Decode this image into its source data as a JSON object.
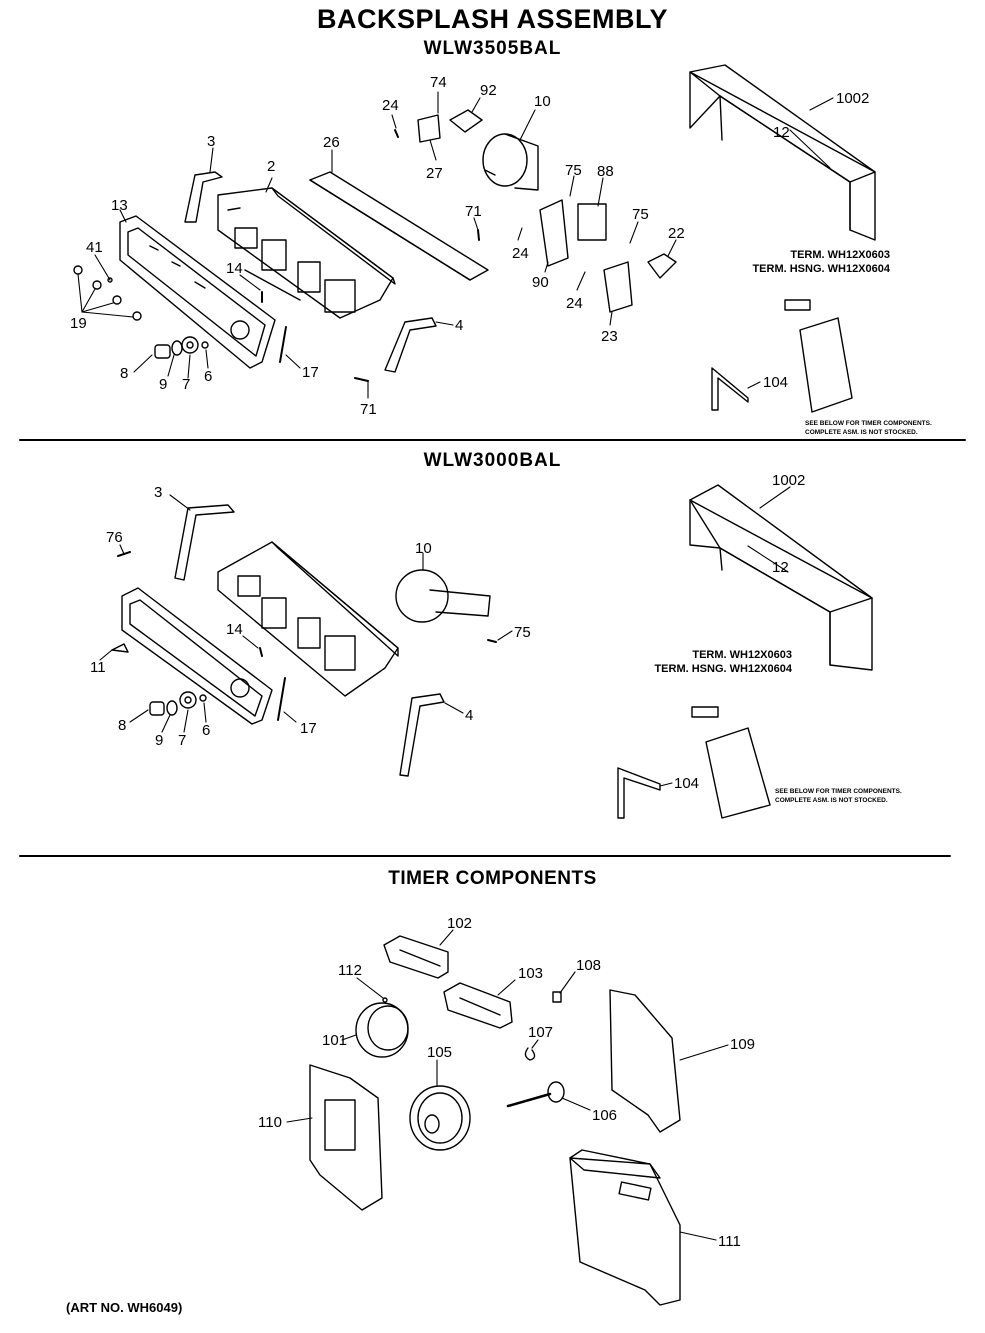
{
  "title": "BACKSPLASH ASSEMBLY",
  "models": [
    "WLW3505BAL",
    "WLW3000BAL"
  ],
  "timer_title": "TIMER COMPONENTS",
  "art_no": "(ART NO. WH6049)",
  "term_lines": [
    "TERM. WH12X0603",
    "TERM. HSNG. WH12X0604"
  ],
  "note_lines": [
    "SEE BELOW FOR TIMER COMPONENTS.",
    "COMPLETE ASM. IS NOT STOCKED."
  ],
  "callouts": {
    "top": [
      "74",
      "92",
      "24",
      "10",
      "3",
      "26",
      "27",
      "2",
      "1002",
      "12",
      "13",
      "75",
      "88",
      "71",
      "75",
      "22",
      "41",
      "24",
      "14",
      "90",
      "24",
      "19",
      "4",
      "23",
      "8",
      "9",
      "7",
      "6",
      "17",
      "104",
      "71"
    ],
    "middle": [
      "3",
      "1002",
      "76",
      "10",
      "12",
      "14",
      "75",
      "11",
      "4",
      "8",
      "9",
      "7",
      "6",
      "17",
      "104"
    ],
    "timer": [
      "102",
      "112",
      "103",
      "108",
      "101",
      "107",
      "105",
      "109",
      "106",
      "110",
      "111"
    ]
  }
}
